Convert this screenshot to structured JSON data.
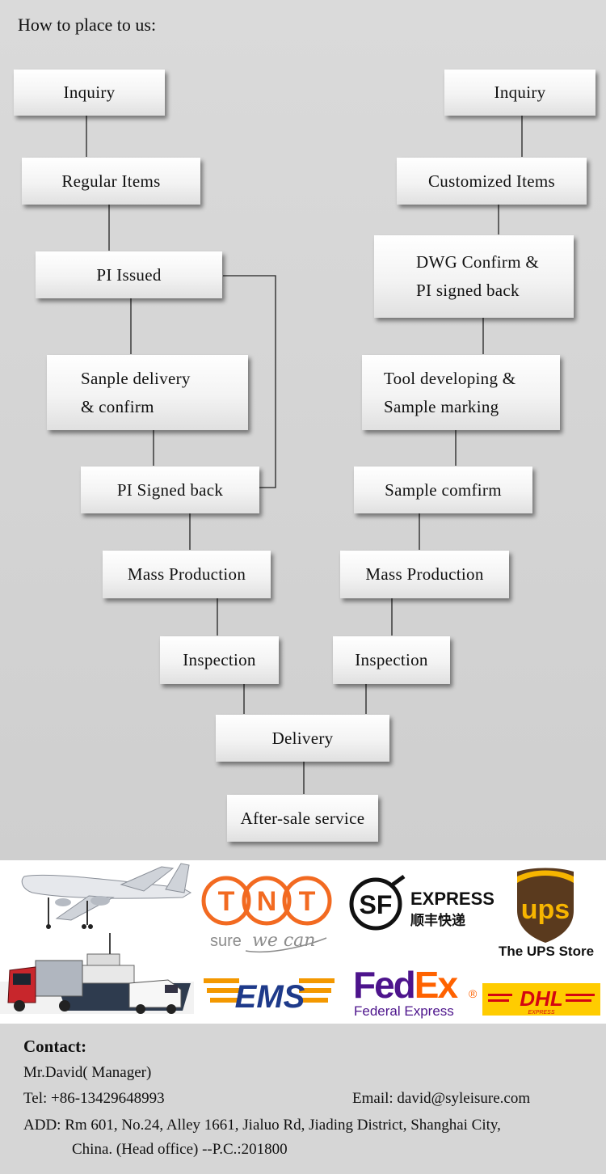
{
  "heading": "How to place to us:",
  "flow": {
    "left": [
      "Inquiry",
      "Regular Items",
      "PI Issued",
      "Sanple delivery\n& confirm",
      "PI Signed back",
      "Mass Production",
      "Inspection"
    ],
    "right": [
      "Inquiry",
      "Customized Items",
      "DWG Confirm &\nPI signed back",
      "Tool developing &\nSample marking",
      "Sample comfirm",
      "Mass Production",
      "Inspection"
    ],
    "center": [
      "Delivery",
      "After-sale service"
    ]
  },
  "logos": {
    "tnt": "TNT",
    "tnt_tagline_1": "sure",
    "tnt_tagline_2": "we can",
    "sf_mark": "SF",
    "sf_express": "EXPRESS",
    "sf_chinese": "顺丰快递",
    "ups_mark": "ups",
    "ups_store": "The UPS Store",
    "ems": "EMS",
    "fedex_fed": "Fed",
    "fedex_ex": "Ex",
    "fedex_reg": "®",
    "fedex_sub": "Federal Express",
    "dhl": "DHL",
    "dhl_sub": "EXPRESS",
    "colors": {
      "tnt_orange": "#f26a21",
      "fedex_purple": "#4d148c",
      "fedex_orange": "#ff6200",
      "dhl_yellow": "#ffcc00",
      "dhl_red": "#d40511",
      "ems_orange": "#f39800",
      "ems_blue": "#1e3a8a",
      "ups_brown": "#5a3a1e",
      "ups_gold": "#f7b500"
    }
  },
  "contact": {
    "title": "Contact:",
    "name": "Mr.David( Manager)",
    "tel": "Tel: +86-13429648993",
    "email": "Email: david@syleisure.com",
    "address_1": "ADD: Rm 601, No.24, Alley 1661, Jialuo Rd, Jiading District,  Shanghai City,",
    "address_2": "China. (Head office) --P.C.:201800"
  }
}
